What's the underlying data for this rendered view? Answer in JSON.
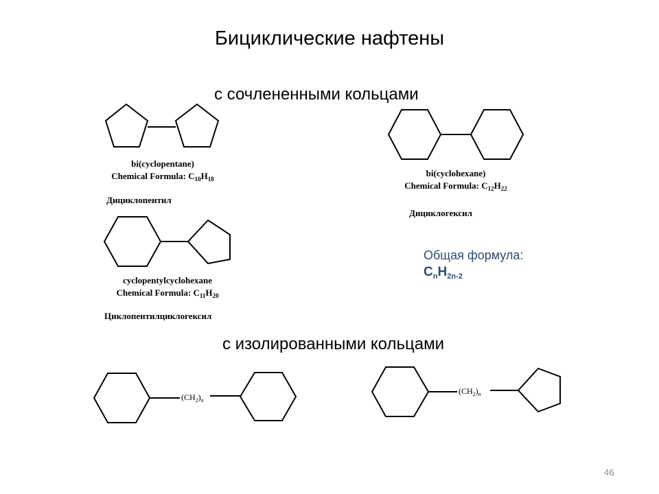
{
  "slide": {
    "title": "Бициклические нафтены",
    "section_fused": "с сочлененными кольцами",
    "section_isolated": "с изолированными кольцами",
    "page_number": "46"
  },
  "molecules": {
    "bicyclopentane": {
      "name": "bi(cyclopentane)",
      "formula_prefix": "Chemical Formula: ",
      "c": "C",
      "c_count": "10",
      "h": "H",
      "h_count": "18",
      "russian": "Дициклопентил"
    },
    "bicyclohexane": {
      "name": "bi(cyclohexane)",
      "formula_prefix": "Chemical Formula: ",
      "c": "C",
      "c_count": "12",
      "h": "H",
      "h_count": "22",
      "russian": "Дициклогексил"
    },
    "cyclopentylcyclohexane": {
      "name": "cyclopentylcyclohexane",
      "formula_prefix": "Chemical Formula: ",
      "c": "C",
      "c_count": "11",
      "h": "H",
      "h_count": "20",
      "russian": "Циклопентилциклогексил"
    }
  },
  "general_formula": {
    "label": "Общая формула:",
    "c": "C",
    "c_sub": "n",
    "h": "H",
    "h_sub": "2n-2"
  },
  "linker": {
    "text": "(CH",
    "sub2": "2",
    "close": ")",
    "sub_n": "n"
  }
}
